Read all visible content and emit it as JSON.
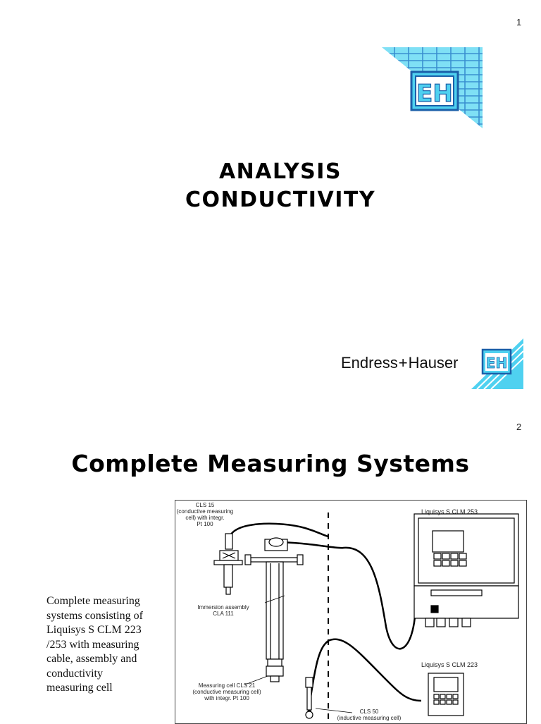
{
  "slide1": {
    "page_number": "1",
    "title_line1": "ANALYSIS",
    "title_line2": "CONDUCTIVITY",
    "wordmark_left": "Endress",
    "wordmark_plus": "+",
    "wordmark_right": "Hauser",
    "logo_text": "EH"
  },
  "slide2": {
    "page_number": "2",
    "title": "Complete Measuring Systems",
    "description_lines": [
      "Complete measuring",
      "systems consisting of",
      "Liquisys S CLM 223",
      "/253  with measuring",
      "cable, assembly and",
      "conductivity",
      "measuring cell"
    ],
    "diagram": {
      "cls15_lines": [
        "CLS 15",
        "(conductive measuring",
        "cell) with integr.",
        "Pt 100"
      ],
      "clm253_label": "Liquisys S CLM 253",
      "immersion_lines": [
        "Immersion assembly",
        "CLA 111"
      ],
      "cls21_lines": [
        "Measuring cell CLS 21",
        "(conductive measuring cell)",
        "with integr. Pt 100"
      ],
      "clm223_label": "Liquisys S CLM 223",
      "cls50_lines": [
        "CLS 50",
        "(inductive measuring cell)"
      ]
    }
  },
  "colors": {
    "logo_cyan": "#4fd1f0",
    "logo_blue": "#1b5fa8"
  }
}
